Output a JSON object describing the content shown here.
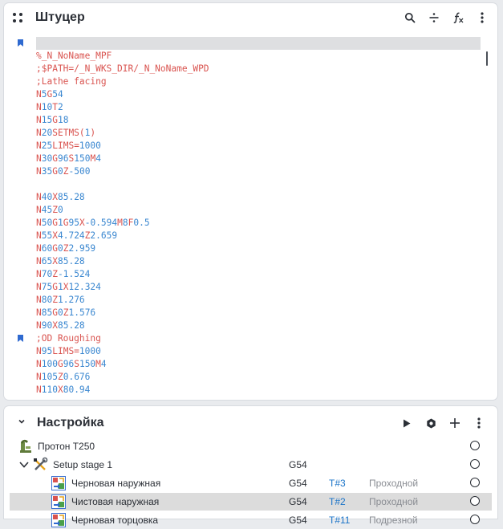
{
  "editor": {
    "title": "Штуцер",
    "colors": {
      "code": "#d9534f",
      "number": "#3a87d0",
      "comment": "#d9534f",
      "current_line": "#dedfe1",
      "bookmark": "#2f6ad0"
    },
    "lines": [
      {
        "tokens": []
      },
      {
        "tokens": [
          {
            "t": "%_N_NoName_MPF",
            "c": "code"
          }
        ]
      },
      {
        "tokens": [
          {
            "t": ";$PATH=/_N_WKS_DIR/_N_NoName_WPD",
            "c": "comment"
          }
        ]
      },
      {
        "tokens": [
          {
            "t": ";Lathe facing",
            "c": "comment"
          }
        ]
      },
      {
        "tokens": [
          {
            "t": "N",
            "c": "code"
          },
          {
            "t": "5",
            "c": "num"
          },
          {
            "t": "G",
            "c": "code"
          },
          {
            "t": "54",
            "c": "num"
          }
        ]
      },
      {
        "tokens": [
          {
            "t": "N",
            "c": "code"
          },
          {
            "t": "10",
            "c": "num"
          },
          {
            "t": "T",
            "c": "code"
          },
          {
            "t": "2",
            "c": "num"
          }
        ]
      },
      {
        "tokens": [
          {
            "t": "N",
            "c": "code"
          },
          {
            "t": "15",
            "c": "num"
          },
          {
            "t": "G",
            "c": "code"
          },
          {
            "t": "18",
            "c": "num"
          }
        ]
      },
      {
        "tokens": [
          {
            "t": "N",
            "c": "code"
          },
          {
            "t": "20",
            "c": "num"
          },
          {
            "t": "SETMS(",
            "c": "code"
          },
          {
            "t": "1",
            "c": "num"
          },
          {
            "t": ")",
            "c": "code"
          }
        ]
      },
      {
        "tokens": [
          {
            "t": "N",
            "c": "code"
          },
          {
            "t": "25",
            "c": "num"
          },
          {
            "t": "LIMS=",
            "c": "code"
          },
          {
            "t": "1000",
            "c": "num"
          }
        ]
      },
      {
        "tokens": [
          {
            "t": "N",
            "c": "code"
          },
          {
            "t": "30",
            "c": "num"
          },
          {
            "t": "G",
            "c": "code"
          },
          {
            "t": "96",
            "c": "num"
          },
          {
            "t": "S",
            "c": "code"
          },
          {
            "t": "150",
            "c": "num"
          },
          {
            "t": "M",
            "c": "code"
          },
          {
            "t": "4",
            "c": "num"
          }
        ]
      },
      {
        "tokens": [
          {
            "t": "N",
            "c": "code"
          },
          {
            "t": "35",
            "c": "num"
          },
          {
            "t": "G",
            "c": "code"
          },
          {
            "t": "0",
            "c": "num"
          },
          {
            "t": "Z",
            "c": "code"
          },
          {
            "t": "-500",
            "c": "num"
          }
        ]
      },
      {
        "tokens": []
      },
      {
        "tokens": [
          {
            "t": "N",
            "c": "code"
          },
          {
            "t": "40",
            "c": "num"
          },
          {
            "t": "X",
            "c": "code"
          },
          {
            "t": "85.28",
            "c": "num"
          }
        ]
      },
      {
        "tokens": [
          {
            "t": "N",
            "c": "code"
          },
          {
            "t": "45",
            "c": "num"
          },
          {
            "t": "Z",
            "c": "code"
          },
          {
            "t": "0",
            "c": "num"
          }
        ]
      },
      {
        "tokens": [
          {
            "t": "N",
            "c": "code"
          },
          {
            "t": "50",
            "c": "num"
          },
          {
            "t": "G",
            "c": "code"
          },
          {
            "t": "1",
            "c": "num"
          },
          {
            "t": "G",
            "c": "code"
          },
          {
            "t": "95",
            "c": "num"
          },
          {
            "t": "X",
            "c": "code"
          },
          {
            "t": "-0.594",
            "c": "num"
          },
          {
            "t": "M",
            "c": "code"
          },
          {
            "t": "8",
            "c": "num"
          },
          {
            "t": "F",
            "c": "code"
          },
          {
            "t": "0.5",
            "c": "num"
          }
        ]
      },
      {
        "tokens": [
          {
            "t": "N",
            "c": "code"
          },
          {
            "t": "55",
            "c": "num"
          },
          {
            "t": "X",
            "c": "code"
          },
          {
            "t": "4.724",
            "c": "num"
          },
          {
            "t": "Z",
            "c": "code"
          },
          {
            "t": "2.659",
            "c": "num"
          }
        ]
      },
      {
        "tokens": [
          {
            "t": "N",
            "c": "code"
          },
          {
            "t": "60",
            "c": "num"
          },
          {
            "t": "G",
            "c": "code"
          },
          {
            "t": "0",
            "c": "num"
          },
          {
            "t": "Z",
            "c": "code"
          },
          {
            "t": "2.959",
            "c": "num"
          }
        ]
      },
      {
        "tokens": [
          {
            "t": "N",
            "c": "code"
          },
          {
            "t": "65",
            "c": "num"
          },
          {
            "t": "X",
            "c": "code"
          },
          {
            "t": "85.28",
            "c": "num"
          }
        ]
      },
      {
        "tokens": [
          {
            "t": "N",
            "c": "code"
          },
          {
            "t": "70",
            "c": "num"
          },
          {
            "t": "Z",
            "c": "code"
          },
          {
            "t": "-1.524",
            "c": "num"
          }
        ]
      },
      {
        "tokens": [
          {
            "t": "N",
            "c": "code"
          },
          {
            "t": "75",
            "c": "num"
          },
          {
            "t": "G",
            "c": "code"
          },
          {
            "t": "1",
            "c": "num"
          },
          {
            "t": "X",
            "c": "code"
          },
          {
            "t": "12.324",
            "c": "num"
          }
        ]
      },
      {
        "tokens": [
          {
            "t": "N",
            "c": "code"
          },
          {
            "t": "80",
            "c": "num"
          },
          {
            "t": "Z",
            "c": "code"
          },
          {
            "t": "1.276",
            "c": "num"
          }
        ]
      },
      {
        "tokens": [
          {
            "t": "N",
            "c": "code"
          },
          {
            "t": "85",
            "c": "num"
          },
          {
            "t": "G",
            "c": "code"
          },
          {
            "t": "0",
            "c": "num"
          },
          {
            "t": "Z",
            "c": "code"
          },
          {
            "t": "1.576",
            "c": "num"
          }
        ]
      },
      {
        "tokens": [
          {
            "t": "N",
            "c": "code"
          },
          {
            "t": "90",
            "c": "num"
          },
          {
            "t": "X",
            "c": "code"
          },
          {
            "t": "85.28",
            "c": "num"
          }
        ]
      },
      {
        "tokens": [
          {
            "t": ";OD Roughing",
            "c": "comment"
          }
        ]
      },
      {
        "tokens": [
          {
            "t": "N",
            "c": "code"
          },
          {
            "t": "95",
            "c": "num"
          },
          {
            "t": "LIMS=",
            "c": "code"
          },
          {
            "t": "1000",
            "c": "num"
          }
        ]
      },
      {
        "tokens": [
          {
            "t": "N",
            "c": "code"
          },
          {
            "t": "100",
            "c": "num"
          },
          {
            "t": "G",
            "c": "code"
          },
          {
            "t": "96",
            "c": "num"
          },
          {
            "t": "S",
            "c": "code"
          },
          {
            "t": "150",
            "c": "num"
          },
          {
            "t": "M",
            "c": "code"
          },
          {
            "t": "4",
            "c": "num"
          }
        ]
      },
      {
        "tokens": [
          {
            "t": "N",
            "c": "code"
          },
          {
            "t": "105",
            "c": "num"
          },
          {
            "t": "Z",
            "c": "code"
          },
          {
            "t": "0.676",
            "c": "num"
          }
        ]
      },
      {
        "tokens": [
          {
            "t": "N",
            "c": "code"
          },
          {
            "t": "110",
            "c": "num"
          },
          {
            "t": "X",
            "c": "code"
          },
          {
            "t": "80.94",
            "c": "num"
          }
        ]
      }
    ],
    "current_line": 0,
    "bookmarked_lines": [
      0,
      23
    ]
  },
  "setup": {
    "title": "Настройка",
    "machine": {
      "label": "Протон T250"
    },
    "stage": {
      "label": "Setup stage 1",
      "offset": "G54"
    },
    "operations": [
      {
        "label": "Черновая наружная",
        "offset": "G54",
        "tool": "T#3",
        "tool_type": "Проходной",
        "selected": false
      },
      {
        "label": "Чистовая наружная",
        "offset": "G54",
        "tool": "T#2",
        "tool_type": "Проходной",
        "selected": true
      },
      {
        "label": "Черновая торцовка",
        "offset": "G54",
        "tool": "T#11",
        "tool_type": "Подрезной",
        "selected": false
      }
    ]
  }
}
